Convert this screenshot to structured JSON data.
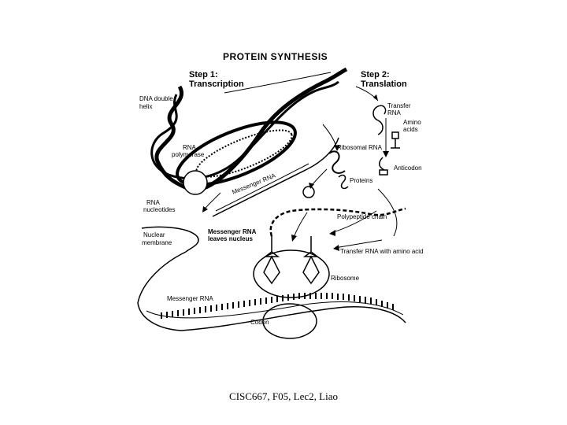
{
  "title": "PROTEIN SYNTHESIS",
  "step1": {
    "line1": "Step 1:",
    "line2": "Transcription"
  },
  "step2": {
    "line1": "Step 2:",
    "line2": "Translation"
  },
  "labels": {
    "dna_double_helix": [
      "DNA double",
      "helix"
    ],
    "rna_polymerase": [
      "RNA",
      "polymerase"
    ],
    "messenger_rna_strand": "Messenger RNA",
    "rna_nucleotides": [
      "RNA",
      "nucleotides"
    ],
    "nuclear_membrane": [
      "Nuclear",
      "membrane"
    ],
    "mrna_leaves_nucleus": [
      "Messenger RNA",
      "leaves nucleus"
    ],
    "transfer_rna": [
      "Transfer",
      "RNA"
    ],
    "amino_acids": [
      "Amino",
      "acids"
    ],
    "ribosomal_rna": "Ribosomal RNA",
    "anticodon": "Anticodon",
    "proteins": "Proteins",
    "polypeptide_chain": "Polypeptide chain",
    "trna_with_amino_acid": "Transfer RNA with amino acid",
    "ribosome": "Ribosome",
    "messenger_rna": "Messenger RNA",
    "codon": "Codon"
  },
  "footer": "CISC667, F05, Lec2, Liao"
}
